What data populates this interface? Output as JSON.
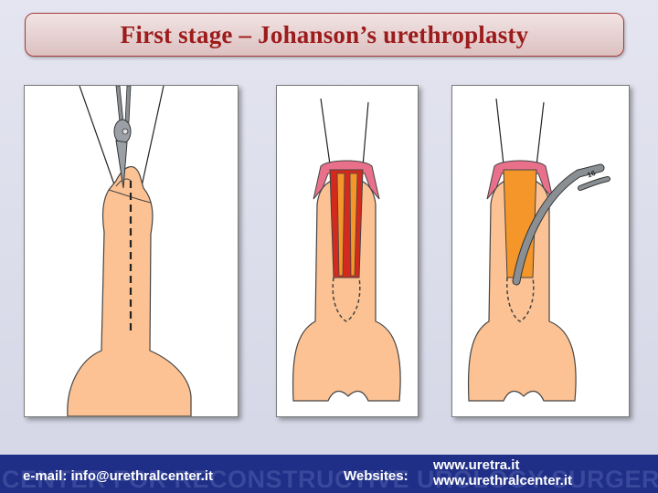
{
  "title": "First stage – Johanson’s urethroplasty",
  "footer": {
    "watermark": "CENTER FOR RECONSTRUCTIVE UROLOGY SURGERY",
    "email": "e-mail: info@urethralcenter.it",
    "websites_label": "Websites:",
    "sites": [
      "www.uretra.it",
      "www.urethralcenter.it"
    ]
  },
  "panels": [
    {
      "name": "incision-panel"
    },
    {
      "name": "open-urethra-panel"
    },
    {
      "name": "catheter-panel"
    }
  ],
  "catheter_label": "16",
  "colors": {
    "title_text": "#9c1b1b",
    "skin": "#fcc293",
    "glans": "#e9708a",
    "urethra_red": "#d42a1e",
    "urethra_orange": "#f4962a",
    "catheter": "#8a8f93",
    "footer": "#1f2e86"
  }
}
